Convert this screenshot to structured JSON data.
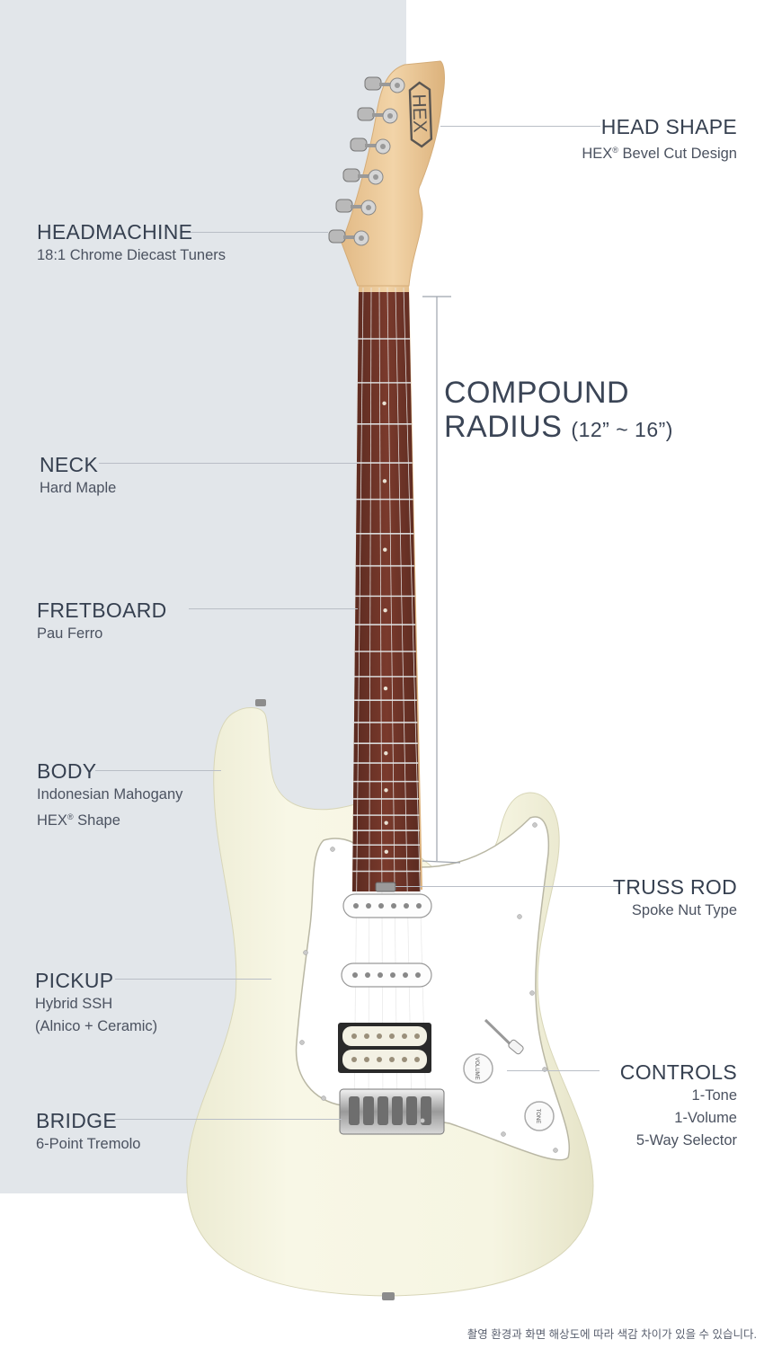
{
  "specs": {
    "head_shape": {
      "title": "HEAD SHAPE",
      "brand": "HEX",
      "mark": "®",
      "detail": " Bevel Cut Design"
    },
    "headmachine": {
      "title": "HEADMACHINE",
      "detail": "18:1 Chrome Diecast Tuners"
    },
    "neck": {
      "title": "NECK",
      "detail": "Hard Maple"
    },
    "fretboard": {
      "title": "FRETBOARD",
      "detail": "Pau Ferro"
    },
    "body": {
      "title": "BODY",
      "detail": "Indonesian Mahogany",
      "brand": "HEX",
      "mark": "®",
      "detail2": " Shape"
    },
    "truss_rod": {
      "title": "TRUSS ROD",
      "detail": "Spoke Nut Type"
    },
    "pickup": {
      "title": "PICKUP",
      "detail": "Hybrid SSH",
      "detail2": "(Alnico + Ceramic)"
    },
    "controls": {
      "title": "CONTROLS",
      "details": [
        "1-Tone",
        "1-Volume",
        "5-Way Selector"
      ]
    },
    "bridge": {
      "title": "BRIDGE",
      "detail": "6-Point Tremolo"
    }
  },
  "compound_radius": {
    "line1": "COMPOUND",
    "line2": "RADIUS",
    "range": "(12” ~ 16”)"
  },
  "headstock_logo": "HEX",
  "knobs": {
    "volume": "VOLUME",
    "tone": "TONE"
  },
  "footnote": "촬영 환경과 화면 해상도에 따라 색감 차이가 있을 수 있습니다.",
  "colors": {
    "panel": "#e2e6ea",
    "body_finish": "#f5f3df",
    "fretboard": "#6b3226",
    "maple": "#ecc99a",
    "text": "#364050"
  }
}
